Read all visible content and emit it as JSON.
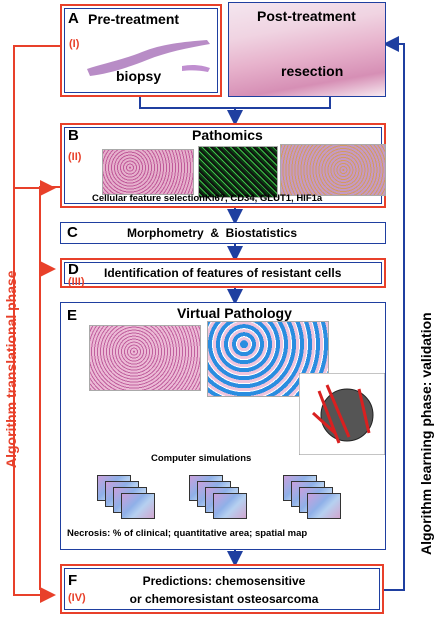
{
  "panels": {
    "A": {
      "letter": "A",
      "roman": "(I)",
      "pre_title": "Pre-treatment",
      "pre_caption": "biopsy",
      "post_title": "Post-treatment",
      "post_caption": "resection"
    },
    "B": {
      "letter": "B",
      "roman": "(II)",
      "title": "Pathomics",
      "caption": "Cellular feature selectionKi67, CD34, GLUT1, HIF1a"
    },
    "C": {
      "letter": "C",
      "title": "Morphometry  &  Biostatistics"
    },
    "D": {
      "letter": "D",
      "roman": "(III)",
      "title": "Identification of features of resistant cells"
    },
    "E": {
      "letter": "E",
      "title": "Virtual Pathology",
      "sim_caption": "Computer simulations",
      "necrosis_caption": "Necrosis: % of clinical; quantitative area; spatial map"
    },
    "F": {
      "letter": "F",
      "roman": "(IV)",
      "line1": "Predictions: chemosensitive",
      "line2": "or chemoresistant osteosarcoma"
    }
  },
  "side_labels": {
    "left": "Algorithm translational phase",
    "right": "Algorithm learning phase: validation"
  },
  "colors": {
    "red": "#e8402a",
    "blue": "#1f3fa0"
  }
}
